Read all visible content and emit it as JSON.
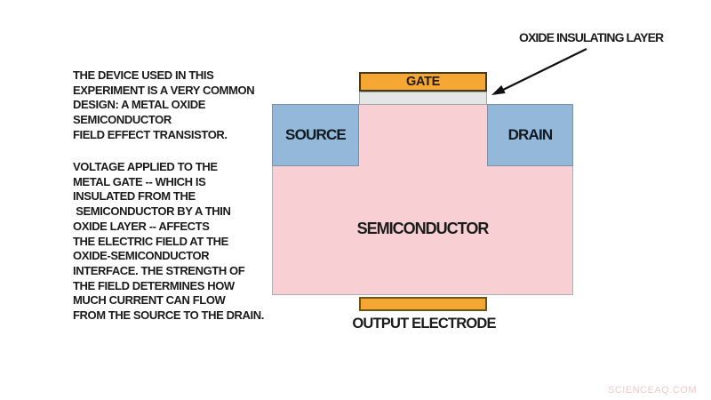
{
  "left_panel": {
    "paragraph1": "THE DEVICE USED IN THIS\nEXPERIMENT IS A VERY COMMON\nDESIGN: A METAL OXIDE\nSEMICONDUCTOR\nFIELD EFFECT TRANSISTOR.",
    "paragraph2": "VOLTAGE APPLIED TO THE\nMETAL GATE -- WHICH IS\nINSULATED FROM THE\n SEMICONDUCTOR BY A THIN\nOXIDE LAYER -- AFFECTS\nTHE ELECTRIC FIELD AT THE\nOXIDE-SEMICONDUCTOR\nINTERFACE. THE STRENGTH OF\nTHE FIELD DETERMINES HOW\nMUCH CURRENT CAN FLOW\nFROM THE SOURCE TO THE DRAIN."
  },
  "diagram": {
    "gate_label": "GATE",
    "source_label": "SOURCE",
    "drain_label": "DRAIN",
    "semiconductor_label": "SEMICONDUCTOR",
    "output_electrode_label": "OUTPUT ELECTRODE",
    "oxide_callout_label": "OXIDE INSULATING LAYER"
  },
  "watermark": "SCIENCEAQ.COM",
  "colors": {
    "electrode-orange": "#F5A733",
    "contact-blue": "#93B8DA",
    "semiconductor-pink": "#F8CFD3",
    "oxide-gray": "#E3E6E5",
    "text-dark": "#1B1B1B",
    "watermark-pink": "#F1C9C9"
  }
}
